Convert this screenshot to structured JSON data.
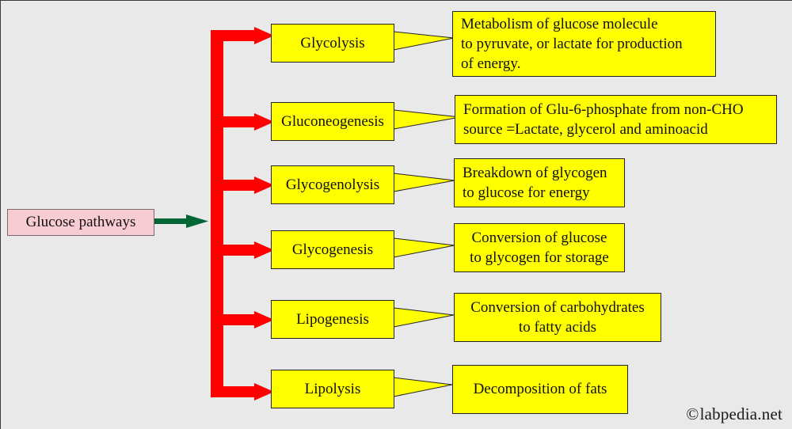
{
  "diagram": {
    "background_color": "#e9e9e9",
    "root": {
      "label": "Glucose pathways",
      "fill_color": "#f8ccd2",
      "border_color": "#7a6b6e"
    },
    "connector_colors": {
      "trunk_and_arrows": "#ff0000",
      "root_arrow": "#006633",
      "callout_outline": "#232323",
      "box_fill": "#ffff00"
    },
    "branches": [
      {
        "label": "Glycolysis",
        "description_lines": [
          "Metabolism of glucose molecule",
          "to pyruvate, or lactate for production",
          "of energy."
        ],
        "align": "left"
      },
      {
        "label": "Gluconeogenesis",
        "description_lines": [
          "Formation of Glu-6-phosphate from non-CHO",
          "source =Lactate, glycerol and aminoacid"
        ],
        "align": "left"
      },
      {
        "label": "Glycogenolysis",
        "description_lines": [
          "Breakdown of glycogen",
          "to glucose for energy"
        ],
        "align": "left"
      },
      {
        "label": "Glycogenesis",
        "description_lines": [
          "Conversion of glucose",
          "to glycogen for storage"
        ],
        "align": "center"
      },
      {
        "label": "Lipogenesis",
        "description_lines": [
          "Conversion of carbohydrates",
          "to fatty acids"
        ],
        "align": "center"
      },
      {
        "label": "Lipolysis",
        "description_lines": [
          "Decomposition of fats"
        ],
        "align": "center"
      }
    ],
    "watermark": {
      "symbol": "©",
      "text": "labpedia.net"
    }
  }
}
